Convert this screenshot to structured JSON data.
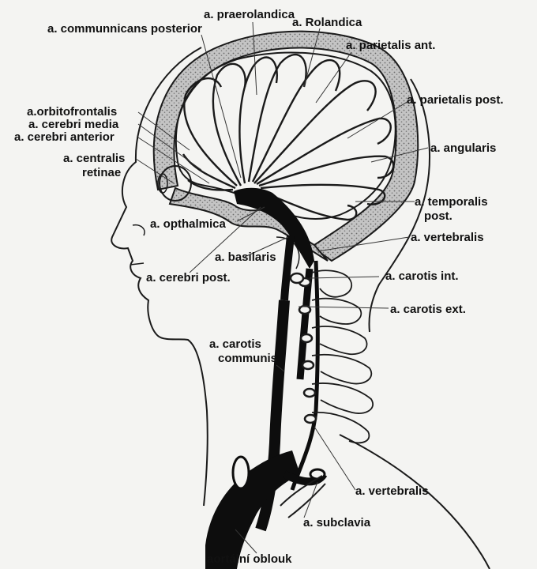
{
  "labels": {
    "praerolandica": "a. praerolandica",
    "rolandica": "a. Rolandica",
    "communicans_posterior": "a. communnicans posterior",
    "parietalis_ant": "a. parietalis ant.",
    "parietalis_post": "a. parietalis post.",
    "orbitofrontalis": "a.orbitofrontalis",
    "cerebri_media": "a. cerebri media",
    "cerebri_anterior": "a. cerebri anterior",
    "angularis": "a. angularis",
    "centralis_retinae_1": "a. centralis",
    "centralis_retinae_2": "retinae",
    "temporalis_post_1": "a. temporalis",
    "temporalis_post_2": "post.",
    "opthalmica": "a. opthalmica",
    "vertebralis_upper": "a. vertebralis",
    "basilaris": "a. basilaris",
    "cerebri_post": "a. cerebri post.",
    "carotis_int": "a. carotis int.",
    "carotis_ext": "a. carotis ext.",
    "carotis_communis_1": "a. carotis",
    "carotis_communis_2": "communis",
    "vertebralis_lower": "a. vertebralis",
    "subclavia": "a. subclavia",
    "aortalni_oblouk": "aortální oblouk"
  },
  "colors": {
    "background": "#f4f4f2",
    "line": "#1a1a1a",
    "skull_fill": "#b9b9b9",
    "vessel": "#0d0d0d"
  }
}
